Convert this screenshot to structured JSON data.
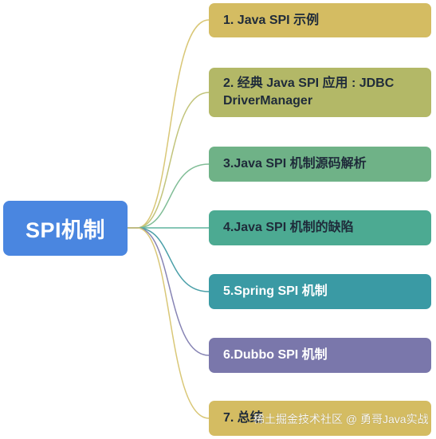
{
  "root": {
    "label": "SPI机制",
    "color": "#4a86e0"
  },
  "branches": [
    {
      "label": "1. Java SPI 示例",
      "color": "#d4bc62",
      "line_color": "#d9c777"
    },
    {
      "label": "2. 经典 Java SPI 应用 : JDBC DriverManager",
      "color": "#b3b867",
      "line_color": "#c2c47b"
    },
    {
      "label": "3.Java SPI 机制源码解析",
      "color": "#6fb287",
      "line_color": "#80bd96"
    },
    {
      "label": "4.Java SPI 机制的缺陷",
      "color": "#4caa92",
      "line_color": "#5fb39d"
    },
    {
      "label": "5.Spring SPI 机制",
      "color": "#3a9aa4",
      "line_color": "#4a9fa8"
    },
    {
      "label": "6.Dubbo SPI 机制",
      "color": "#7a77ab",
      "line_color": "#8784b4"
    },
    {
      "label": "7. 总结",
      "color": "#d4bc62",
      "line_color": "#d9c777"
    }
  ],
  "watermark": "稀土掘金技术社区 @ 勇哥Java实战"
}
